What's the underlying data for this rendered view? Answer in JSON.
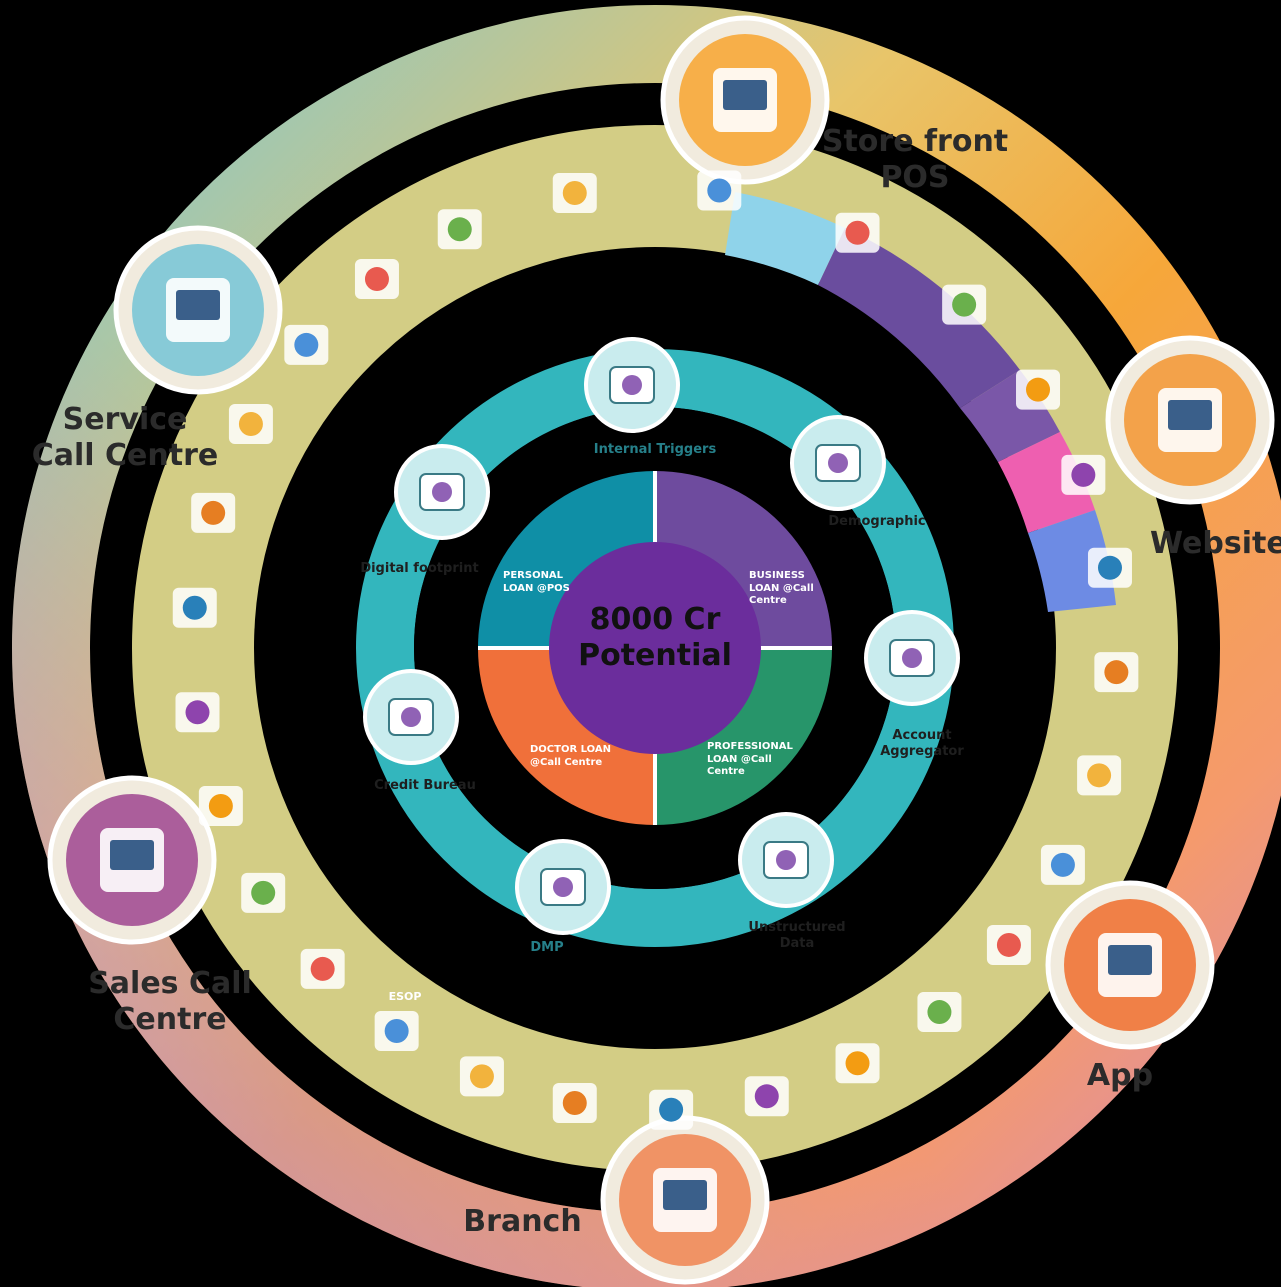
{
  "center": {
    "line1": "8000 Cr",
    "line2": "Potential"
  },
  "segments": [
    {
      "id": "personal",
      "label": "PERSONAL LOAN @POS",
      "color": "#0f8fa6"
    },
    {
      "id": "business",
      "label": "BUSINESS LOAN @Call Centre",
      "color": "#6e4b9e"
    },
    {
      "id": "professional",
      "label": "PROFESSIONAL LOAN @Call Centre",
      "color": "#27956a"
    },
    {
      "id": "doctor",
      "label": "DOCTOR LOAN @Call Centre",
      "color": "#f0703a"
    }
  ],
  "triggers": [
    {
      "label": "Internal Triggers",
      "icon": "internal-triggers-logo-icon"
    },
    {
      "label": "Demographic",
      "icon": "demographic-dashboard-icon"
    },
    {
      "label": "Account Aggregator",
      "icon": "account-aggregator-bank-icon"
    },
    {
      "label": "Unstructured Data",
      "icon": "unstructured-data-laptop-icon"
    },
    {
      "label": "DMP",
      "icon": "dmp-database-phone-icon"
    },
    {
      "label": "Credit Bureau",
      "icon": "credit-score-gauge-icon"
    },
    {
      "label": "Digital footprint",
      "icon": "footprint-icon"
    }
  ],
  "channels": [
    {
      "label": "Store front POS",
      "icon": "store-icon",
      "lines": [
        "Store front",
        "POS"
      ]
    },
    {
      "label": "Website",
      "icon": "website-icon",
      "lines": [
        "Website"
      ]
    },
    {
      "label": "App",
      "icon": "mobile-app-icon",
      "lines": [
        "App"
      ]
    },
    {
      "label": "Branch",
      "icon": "bank-branch-building-icon",
      "lines": [
        "Branch"
      ]
    },
    {
      "label": "Sales Call Centre",
      "icon": "sales-call-centre-icon",
      "lines": [
        "Sales Call",
        "Centre"
      ]
    },
    {
      "label": "Service Call Centre",
      "icon": "service-call-centre-icon",
      "lines": [
        "Service",
        "Call Centre"
      ]
    }
  ],
  "products_ring_label": "ESOP",
  "colors": {
    "background": "#000000",
    "outer_ring_orange": "#f7a839",
    "outer_ring_teal": "#7fc6d2",
    "outer_ring_purple": "#c191c9",
    "product_ring": "#d3cd85",
    "trigger_ring": "#2fb7bd",
    "center_circle": "#6b2d9c"
  }
}
